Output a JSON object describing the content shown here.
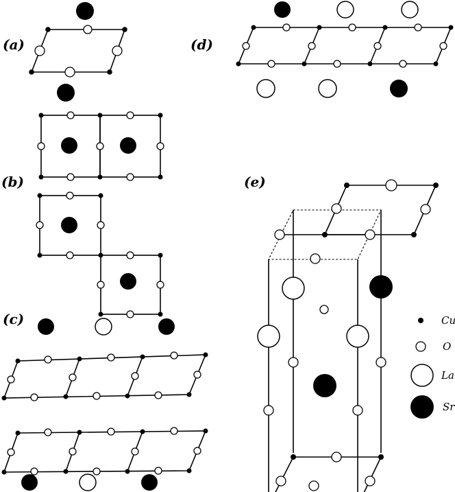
{
  "panels": {
    "a": "(a)",
    "b": "(b)",
    "c": "(c)",
    "d": "(d)",
    "e": "(e)"
  },
  "legend": {
    "cu": "Cu",
    "o": "O",
    "la": "La",
    "sr": "Sr"
  },
  "colors": {
    "ink": "#000000",
    "background": "#ffffff"
  }
}
